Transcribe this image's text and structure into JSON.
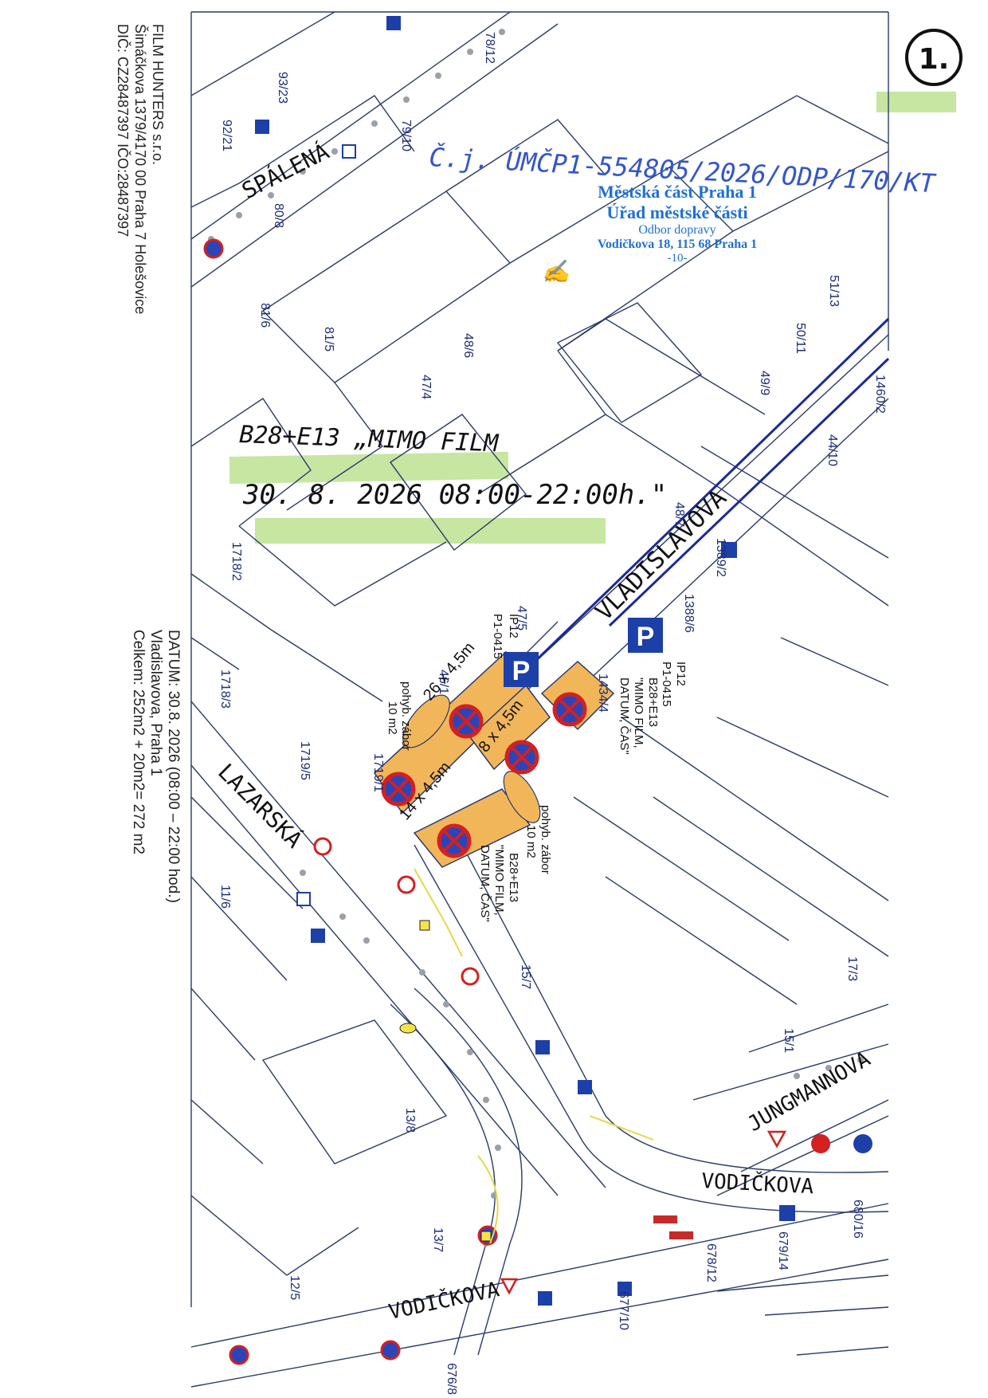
{
  "page_number": "1.",
  "reference": "Č.j. ÚMČP1-554805/2026/ODP/170/KT",
  "stamp": {
    "line1": "Městská část Praha 1",
    "line2": "Úřad městské části",
    "line3": "Odbor dopravy",
    "line4": "Vodičkova 18, 115 68 Praha 1",
    "line5": "-10-"
  },
  "handwritten_note_1": "B28+E13 „MIMO FILM",
  "handwritten_note_2": "30. 8. 2026  08:00-22:00h.\"",
  "company": {
    "name": "FILM HUNTERS s.r.o.",
    "address": "Šimáčkova 1379/4170 00 Praha 7 Holešovice",
    "ids": "DIČ: CZ28487397   IČO:28487397"
  },
  "summary": {
    "date": "DATUM:  30.8. 2026 (08:00 – 22:00 hod.)",
    "place": "Vladislavova, Praha 1",
    "total": "Celkem: 252m2 + 20m2= 272 m2"
  },
  "streets": {
    "spalena": "SPÁLENÁ",
    "vladislavova": "VLADISLAVOVA",
    "lazarska": "LAZARSKÁ",
    "jungmannova": "JUNGMANNOVA",
    "vodickova_1": "VODIČKOVA",
    "vodickova_2": "VODIČKOVA"
  },
  "parcels": [
    "78/12",
    "93/23",
    "92/21",
    "79/10",
    "80/8",
    "81/6",
    "81/5",
    "48/6",
    "47/4",
    "49/9",
    "50/11",
    "51/13",
    "48/7",
    "44/10",
    "1460/2",
    "1718/2",
    "1718/3",
    "1719/5",
    "1719/1",
    "46/1",
    "47/5",
    "1388/6",
    "1389/2",
    "11/6",
    "15/7",
    "15/1",
    "17/3",
    "13/8",
    "13/7",
    "12/5",
    "678/12",
    "677/10",
    "676/8",
    "680/16",
    "679/14",
    "1434/4"
  ],
  "zones": {
    "zone_a": "26 x 4,5m",
    "zone_b": "8 x 4,5m",
    "zone_c": "14 x 4,5m",
    "sign_ip12_1": "IP12",
    "sign_code_1": "P1-0415",
    "sign_ip12_2": "IP12",
    "sign_code_2": "P1-0415",
    "sign_b28_e13": "B28+E13",
    "mimo_film": "\"MIMO FILM,",
    "datum_cas": "DATUM, ČAS\"",
    "pohyb_zabor": "pohyb. zábor",
    "ten_m2": "10 m2"
  },
  "colors": {
    "zone_fill": "#f2b65a",
    "map_line": "#2a3a6a",
    "parcel_text": "#1c2c7a",
    "highlight": "#b8e08a",
    "stamp": "#1f6fd8",
    "street_blue": "#1a2a9a"
  }
}
